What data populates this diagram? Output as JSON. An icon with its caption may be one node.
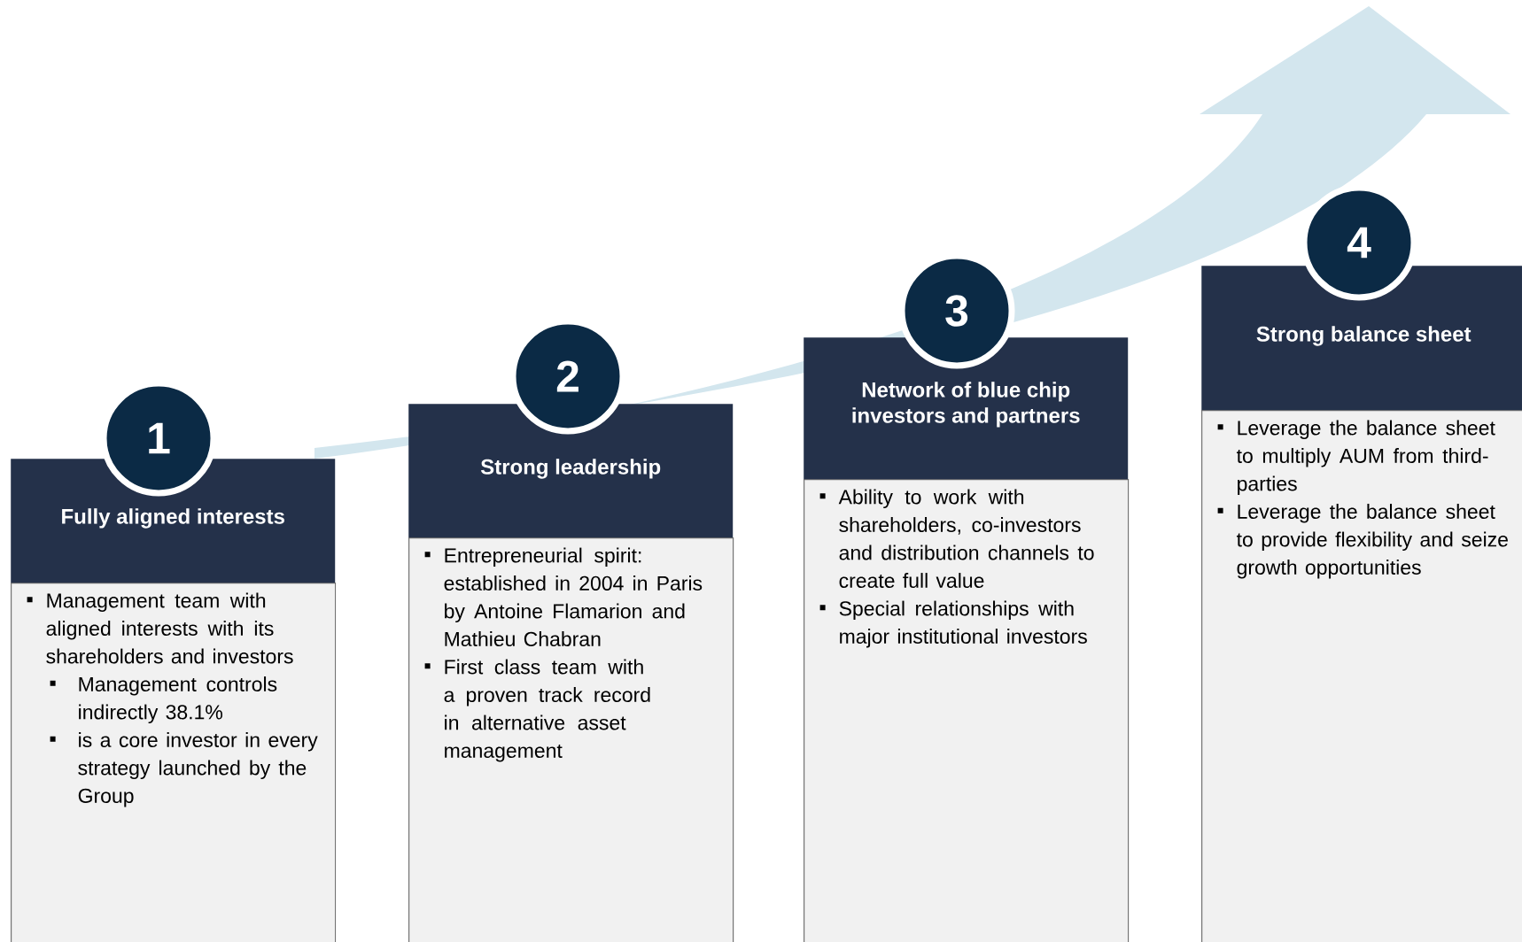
{
  "diagram": {
    "nodes": [
      {
        "text": [
          "1"
        ]
      },
      {
        "text": [
          "Fully aligned interests"
        ]
      },
      {
        "text": [
          "Management team with aligned interests with its shareholders and investors",
          "Management controls indirectly 38.1%",
          "is a core investor in every strategy launched by the Group"
        ]
      },
      {
        "text": [
          "2"
        ]
      },
      {
        "text": [
          "Strong leadership"
        ]
      },
      {
        "text": [
          "Entrepreneurial spirit: established in 2004 in Paris by Antoine Flamarion and Mathieu Chabran",
          "First class team with a proven track record in alternative asset management"
        ]
      },
      {
        "text": [
          "3"
        ]
      },
      {
        "text": [
          "Network of blue chip investors and partners"
        ]
      },
      {
        "text": [
          "Ability to work with shareholders, co-investors and distribution channels to create full value",
          "Special relationships with major institutional investors"
        ]
      },
      {
        "text": [
          "4"
        ]
      },
      {
        "text": [
          "Strong balance sheet"
        ]
      },
      {
        "text": [
          "Leverage the balance sheet to multiply AUM from third-parties",
          "Leverage the balance sheet to provide flexibility and seize growth opportunities"
        ]
      }
    ]
  }
}
